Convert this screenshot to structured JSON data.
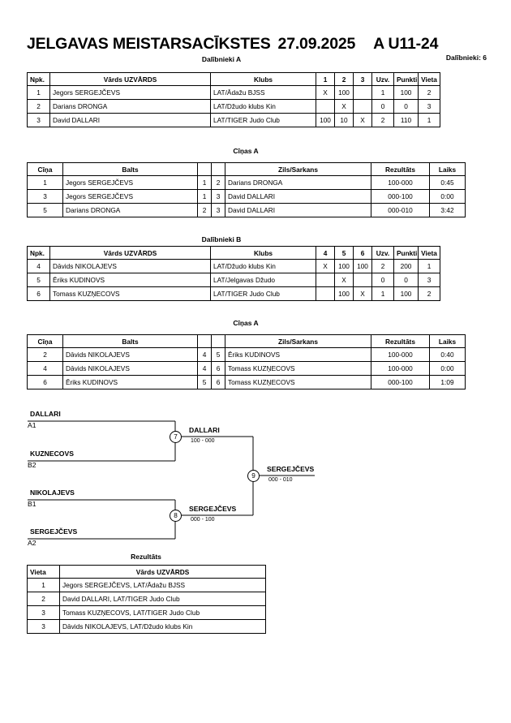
{
  "header": {
    "tournament": "JELGAVAS MEISTARSACĪKSTES",
    "date": "27.09.2025",
    "category": "A U11-24",
    "participants_label": "Dalībnieki: 6"
  },
  "groups": [
    {
      "caption": "Dalībnieki A",
      "columns": [
        "Npk.",
        "Vārds UZVĀRDS",
        "Klubs",
        "1",
        "2",
        "3",
        "Uzv.",
        "Punkti",
        "Vieta"
      ],
      "rows": [
        {
          "npk": "1",
          "name": "Jegors SERGEJČEVS",
          "club": "LAT/Ādažu BJSS",
          "m": [
            "X",
            "100",
            ""
          ],
          "uzv": "1",
          "punkti": "100",
          "vieta": "2"
        },
        {
          "npk": "2",
          "name": "Darians DRONGA",
          "club": "LAT/Džudo klubs Kin",
          "m": [
            "",
            "X",
            ""
          ],
          "uzv": "0",
          "punkti": "0",
          "vieta": "3"
        },
        {
          "npk": "3",
          "name": "David DALLARI",
          "club": "LAT/TIGER Judo Club",
          "m": [
            "100",
            "10",
            "X"
          ],
          "uzv": "2",
          "punkti": "110",
          "vieta": "1"
        }
      ]
    },
    {
      "caption": "Dalībnieki B",
      "columns": [
        "Npk.",
        "Vārds UZVĀRDS",
        "Klubs",
        "4",
        "5",
        "6",
        "Uzv.",
        "Punkti",
        "Vieta"
      ],
      "rows": [
        {
          "npk": "4",
          "name": "Dāvids NIKOLAJEVS",
          "club": "LAT/Džudo klubs Kin",
          "m": [
            "X",
            "100",
            "100"
          ],
          "uzv": "2",
          "punkti": "200",
          "vieta": "1"
        },
        {
          "npk": "5",
          "name": "Ēriks KUDINOVS",
          "club": "LAT/Jelgavas Džudo",
          "m": [
            "",
            "X",
            ""
          ],
          "uzv": "0",
          "punkti": "0",
          "vieta": "3"
        },
        {
          "npk": "6",
          "name": "Tomass KUZŅECOVS",
          "club": "LAT/TIGER Judo Club",
          "m": [
            "",
            "100",
            "X"
          ],
          "uzv": "1",
          "punkti": "100",
          "vieta": "2"
        }
      ]
    }
  ],
  "fight_blocks": [
    {
      "caption": "Cīņas A",
      "columns": [
        "Cīņa",
        "Balts",
        "",
        "",
        "Zils/Sarkans",
        "Rezultāts",
        "Laiks"
      ],
      "rows": [
        {
          "cina": "1",
          "white": "Jegors SERGEJČEVS",
          "white_win": true,
          "n1": "1",
          "n2": "2",
          "blue": "Darians DRONGA",
          "blue_win": false,
          "result": "100-000",
          "time": "0:45"
        },
        {
          "cina": "3",
          "white": "Jegors SERGEJČEVS",
          "white_win": false,
          "n1": "1",
          "n2": "3",
          "blue": "David DALLARI",
          "blue_win": true,
          "result": "000-100",
          "time": "0:00"
        },
        {
          "cina": "5",
          "white": "Darians DRONGA",
          "white_win": false,
          "n1": "2",
          "n2": "3",
          "blue": "David DALLARI",
          "blue_win": true,
          "result": "000-010",
          "time": "3:42"
        }
      ]
    },
    {
      "caption": "Cīņas A",
      "columns": [
        "Cīņa",
        "Balts",
        "",
        "",
        "Zils/Sarkans",
        "Rezultāts",
        "Laiks"
      ],
      "rows": [
        {
          "cina": "2",
          "white": "Dāvids NIKOLAJEVS",
          "white_win": true,
          "n1": "4",
          "n2": "5",
          "blue": "Ēriks KUDINOVS",
          "blue_win": false,
          "result": "100-000",
          "time": "0:40"
        },
        {
          "cina": "4",
          "white": "Dāvids NIKOLAJEVS",
          "white_win": true,
          "n1": "4",
          "n2": "6",
          "blue": "Tomass KUZŅECOVS",
          "blue_win": false,
          "result": "100-000",
          "time": "0:00"
        },
        {
          "cina": "6",
          "white": "Ēriks KUDINOVS",
          "white_win": false,
          "n1": "5",
          "n2": "6",
          "blue": "Tomass KUZŅECOVS",
          "blue_win": true,
          "result": "000-100",
          "time": "1:09"
        }
      ]
    }
  ],
  "bracket": {
    "entries": [
      {
        "name": "DALLARI",
        "seed": "A1"
      },
      {
        "name": "KUZNECOVS",
        "seed": "B2"
      },
      {
        "name": "NIKOLAJEVS",
        "seed": "B1"
      },
      {
        "name": "SERGEJČEVS",
        "seed": "A2"
      }
    ],
    "matches": [
      {
        "no": "7",
        "winner": "DALLARI",
        "score": "100 - 000"
      },
      {
        "no": "8",
        "winner": "SERGEJČEVS",
        "score": "000 - 100"
      },
      {
        "no": "9",
        "winner": "SERGEJČEVS",
        "score": "000 - 010"
      }
    ]
  },
  "results": {
    "caption": "Rezultāts",
    "columns": [
      "Vieta",
      "Vārds UZVĀRDS"
    ],
    "rows": [
      {
        "vieta": "1",
        "name": "Jegors SERGEJČEVS, LAT/Ādažu BJSS"
      },
      {
        "vieta": "2",
        "name": "David DALLARI, LAT/TIGER Judo Club"
      },
      {
        "vieta": "3",
        "name": "Tomass KUZŅECOVS, LAT/TIGER Judo Club"
      },
      {
        "vieta": "3",
        "name": "Dāvids NIKOLAJEVS, LAT/Džudo klubs Kin"
      }
    ]
  }
}
